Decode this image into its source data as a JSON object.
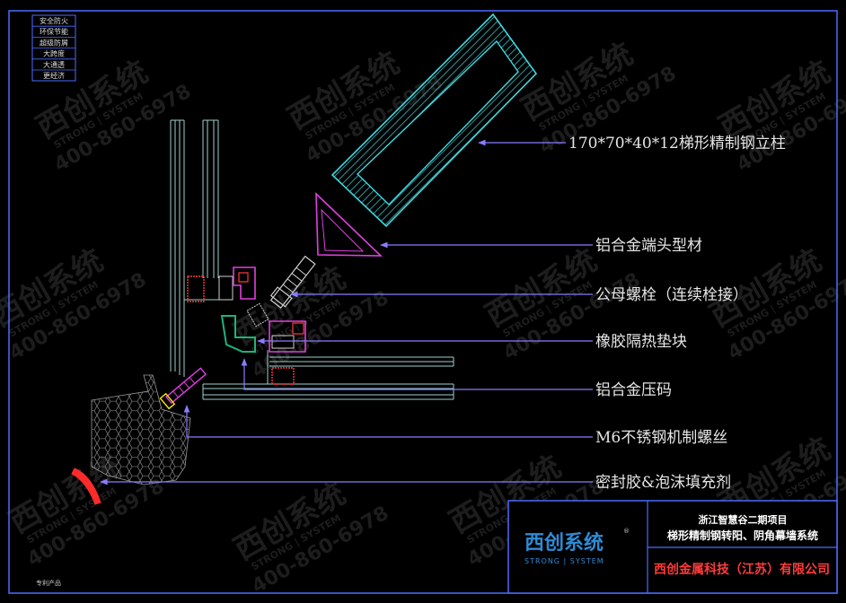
{
  "tags": [
    "安全防火",
    "环保节能",
    "超级防屑",
    "大跨度",
    "大通透",
    "更经济"
  ],
  "callouts": [
    "170*70*40*12梯形精制钢立柱",
    "铝合金端头型材",
    "公母螺栓（连续栓接）",
    "橡胶隔热垫块",
    "铝合金压码",
    "M6不锈钢机制螺丝",
    "密封胶&泡沫填充剂"
  ],
  "title_block": {
    "brand": "西创系统",
    "brand_sub": "STRONG | SYSTEM",
    "project": "浙江智慧谷二期项目",
    "drawing": "梯形精制钢转阳、阴角幕墙系统",
    "company": "西创金属科技（江苏）有限公司"
  },
  "watermark": {
    "main": "西创系统",
    "sub": "STRONG | SYSTEM",
    "phone": "400-860-6978"
  },
  "footnote": "专利产品",
  "colors": {
    "frame": "#4a6cff",
    "steel": "#3fd9e0",
    "end_profile": "#e040e0",
    "leader": "#8a7cff",
    "gasket": "#1fb37a",
    "bolt": "#cfcfcf"
  }
}
